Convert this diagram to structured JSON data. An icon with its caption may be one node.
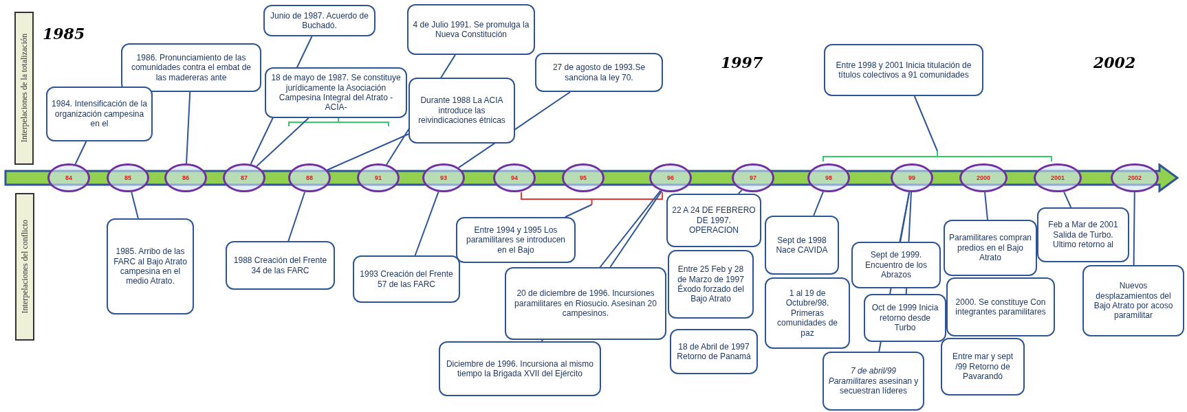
{
  "diagram": {
    "nodes": [
      {
        "text": [
          "Interpelaciones de la totalización"
        ]
      },
      {
        "text": [
          "Interpelaciones del conflicto"
        ]
      },
      {
        "text": [
          "Junio de 1987. Acuerdo de Buchadó."
        ]
      },
      {
        "text": [
          "4 de Julio 1991. Se promulga la Nueva Constitución"
        ]
      },
      {
        "text": [
          "1986. Pronunciamiento de las comunidades contra el embat de las madereras ante"
        ]
      },
      {
        "text": [
          "Entre 1998 y 2001 Inicia titulación de títulos colectivos a 91 comunidades"
        ]
      },
      {
        "text": [
          "27 de agosto de 1993.Se sanciona la ley 70."
        ]
      },
      {
        "text": [
          "18 de mayo de 1987. Se constituye jurídicamente la Asociación Campesina Integral del Atrato -ACIA-"
        ]
      },
      {
        "text": [
          "1984. Intensificación de la organización campesina en el"
        ]
      },
      {
        "text": [
          "Durante 1988 La ACIA introduce las reivindicaciones étnicas"
        ]
      },
      {
        "text": [],
        "shape": "bracket"
      },
      {
        "text": [
          "84"
        ]
      },
      {
        "text": [
          "85"
        ]
      },
      {
        "text": [
          "86"
        ]
      },
      {
        "text": [
          "87"
        ]
      },
      {
        "text": [
          "88"
        ]
      },
      {
        "text": [
          "91"
        ]
      },
      {
        "text": [
          "93"
        ]
      },
      {
        "text": [
          "94"
        ]
      },
      {
        "text": [
          "95"
        ]
      },
      {
        "text": [
          "96"
        ]
      },
      {
        "text": [
          "97"
        ]
      },
      {
        "text": [
          "98"
        ]
      },
      {
        "text": [
          "99"
        ]
      },
      {
        "text": [
          "2000"
        ]
      },
      {
        "text": [
          "2001"
        ]
      },
      {
        "text": [
          "2002"
        ]
      },
      {
        "text": [],
        "shape": "bracket"
      },
      {
        "text": [
          "22 A 24 DE FEBRERO DE 1997. OPERACION"
        ]
      },
      {
        "text": [
          "Feb a Mar de 2001 Salida de Turbo. Ultimo retorno al"
        ]
      },
      {
        "text": [
          "Entre 1994 y 1995 Los paramilitares se introducen en el Bajo"
        ]
      },
      {
        "text": [
          "Sept de 1998 Nace CAVIDA"
        ]
      },
      {
        "text": [
          "Paramilitares compran predios en el Bajo Atrato"
        ]
      },
      {
        "text": [
          "1985. Arribo de las FARC al Bajo Atrato campesina en el medio Atrato."
        ]
      },
      {
        "text": [
          "1988 Creación del Frente 34 de las FARC"
        ]
      },
      {
        "text": [
          "Sept de 1999. Encuentro de los Abrazos"
        ]
      },
      {
        "text": [
          "Entre 25 Feb y 28 de Marzo de 1997 Éxodo forzado del Bajo Atrato"
        ]
      },
      {
        "text": [
          "1993 Creación del Frente 57 de las FARC"
        ]
      },
      {
        "text": [
          "Nuevos desplazamientos del Bajo Atrato por acoso paramilitar"
        ]
      },
      {
        "text": [
          "20 de diciembre de 1996. Incursiones paramilitares en Riosucio. Asesinan 20 campesinos."
        ]
      },
      {
        "text": [
          "1 al 19 de Octubre/98. Primeras comunidades de paz"
        ]
      },
      {
        "text": [
          "2000. Se constituye Con integrantes paramilitares"
        ]
      },
      {
        "text": [
          "Oct de 1999 Inicia retorno desde Turbo"
        ]
      },
      {
        "text": [
          "18 de Abril de 1997 Retorno de Panamá"
        ]
      },
      {
        "text": [
          "Entre mar y sept /99 Retorno de Pavarandó"
        ]
      },
      {
        "text": [
          "Diciembre de 1996. Incursiona al mismo tiempo la Brigada XVII del Ejército"
        ]
      },
      {
        "text": [
          "*7 de abril/99 Paramilitares* asesinan y secuestran líderes"
        ]
      }
    ],
    "edges": [
      {
        "from": 8,
        "to": 11,
        "arrow": "none"
      },
      {
        "from": 4,
        "to": 13,
        "arrow": "none"
      },
      {
        "from": 2,
        "to": 14,
        "arrow": "none"
      },
      {
        "from": 7,
        "to": 14,
        "arrow": "none"
      },
      {
        "from": 3,
        "to": 16,
        "arrow": "none"
      },
      {
        "from": 9,
        "to": 15,
        "arrow": "none"
      },
      {
        "from": 6,
        "to": 17,
        "arrow": "none"
      },
      {
        "from": 5,
        "to": 10,
        "arrow": "none"
      },
      {
        "from": 33,
        "to": 12,
        "arrow": "none"
      },
      {
        "from": 34,
        "to": 15,
        "arrow": "none"
      },
      {
        "from": 37,
        "to": 17,
        "arrow": "none"
      },
      {
        "from": 30,
        "to": 27,
        "arrow": "none"
      },
      {
        "from": 39,
        "to": 20,
        "arrow": "none"
      },
      {
        "from": 45,
        "to": 20,
        "arrow": "none"
      },
      {
        "from": 28,
        "to": 21,
        "arrow": "none"
      },
      {
        "from": 31,
        "to": 22,
        "arrow": "none"
      },
      {
        "from": 35,
        "to": 23,
        "arrow": "none"
      },
      {
        "from": 42,
        "to": 23,
        "arrow": "none"
      },
      {
        "from": 46,
        "to": 23,
        "arrow": "none"
      },
      {
        "from": 32,
        "to": 24,
        "arrow": "none"
      },
      {
        "from": 29,
        "to": 25,
        "arrow": "none"
      },
      {
        "from": 38,
        "to": 26,
        "arrow": "none"
      }
    ],
    "labels": [
      "1985",
      "1997",
      "2002"
    ]
  }
}
